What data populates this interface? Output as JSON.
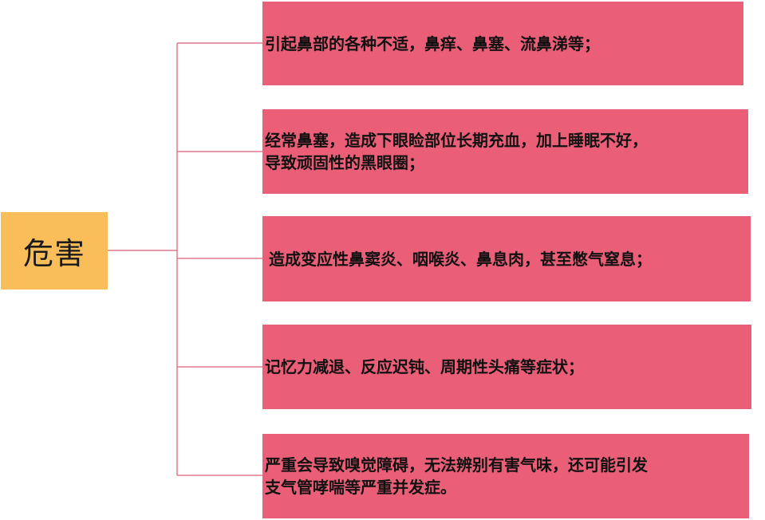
{
  "root": {
    "label": "危害"
  },
  "items": [
    {
      "text": "引起鼻部的各种不适，鼻痒、鼻塞、流鼻涕等；"
    },
    {
      "line1": "经常鼻塞，造成下眼睑部位长期充血，加上睡眠不好，",
      "line2": "导致顽固性的黑眼圈；"
    },
    {
      "text": "造成变应性鼻窦炎、咽喉炎、鼻息肉，甚至憋气窒息；"
    },
    {
      "text": "记忆力减退、反应迟钝、周期性头痛等症状；"
    },
    {
      "line1": "严重会导致嗅觉障碍，无法辨别有害气味，还可能引发",
      "line2": "支气管哮喘等严重并发症。"
    }
  ],
  "colors": {
    "root_fill": "#f9bd5a",
    "item_fill": "#ea5f77",
    "connector": "#e07a8c"
  }
}
